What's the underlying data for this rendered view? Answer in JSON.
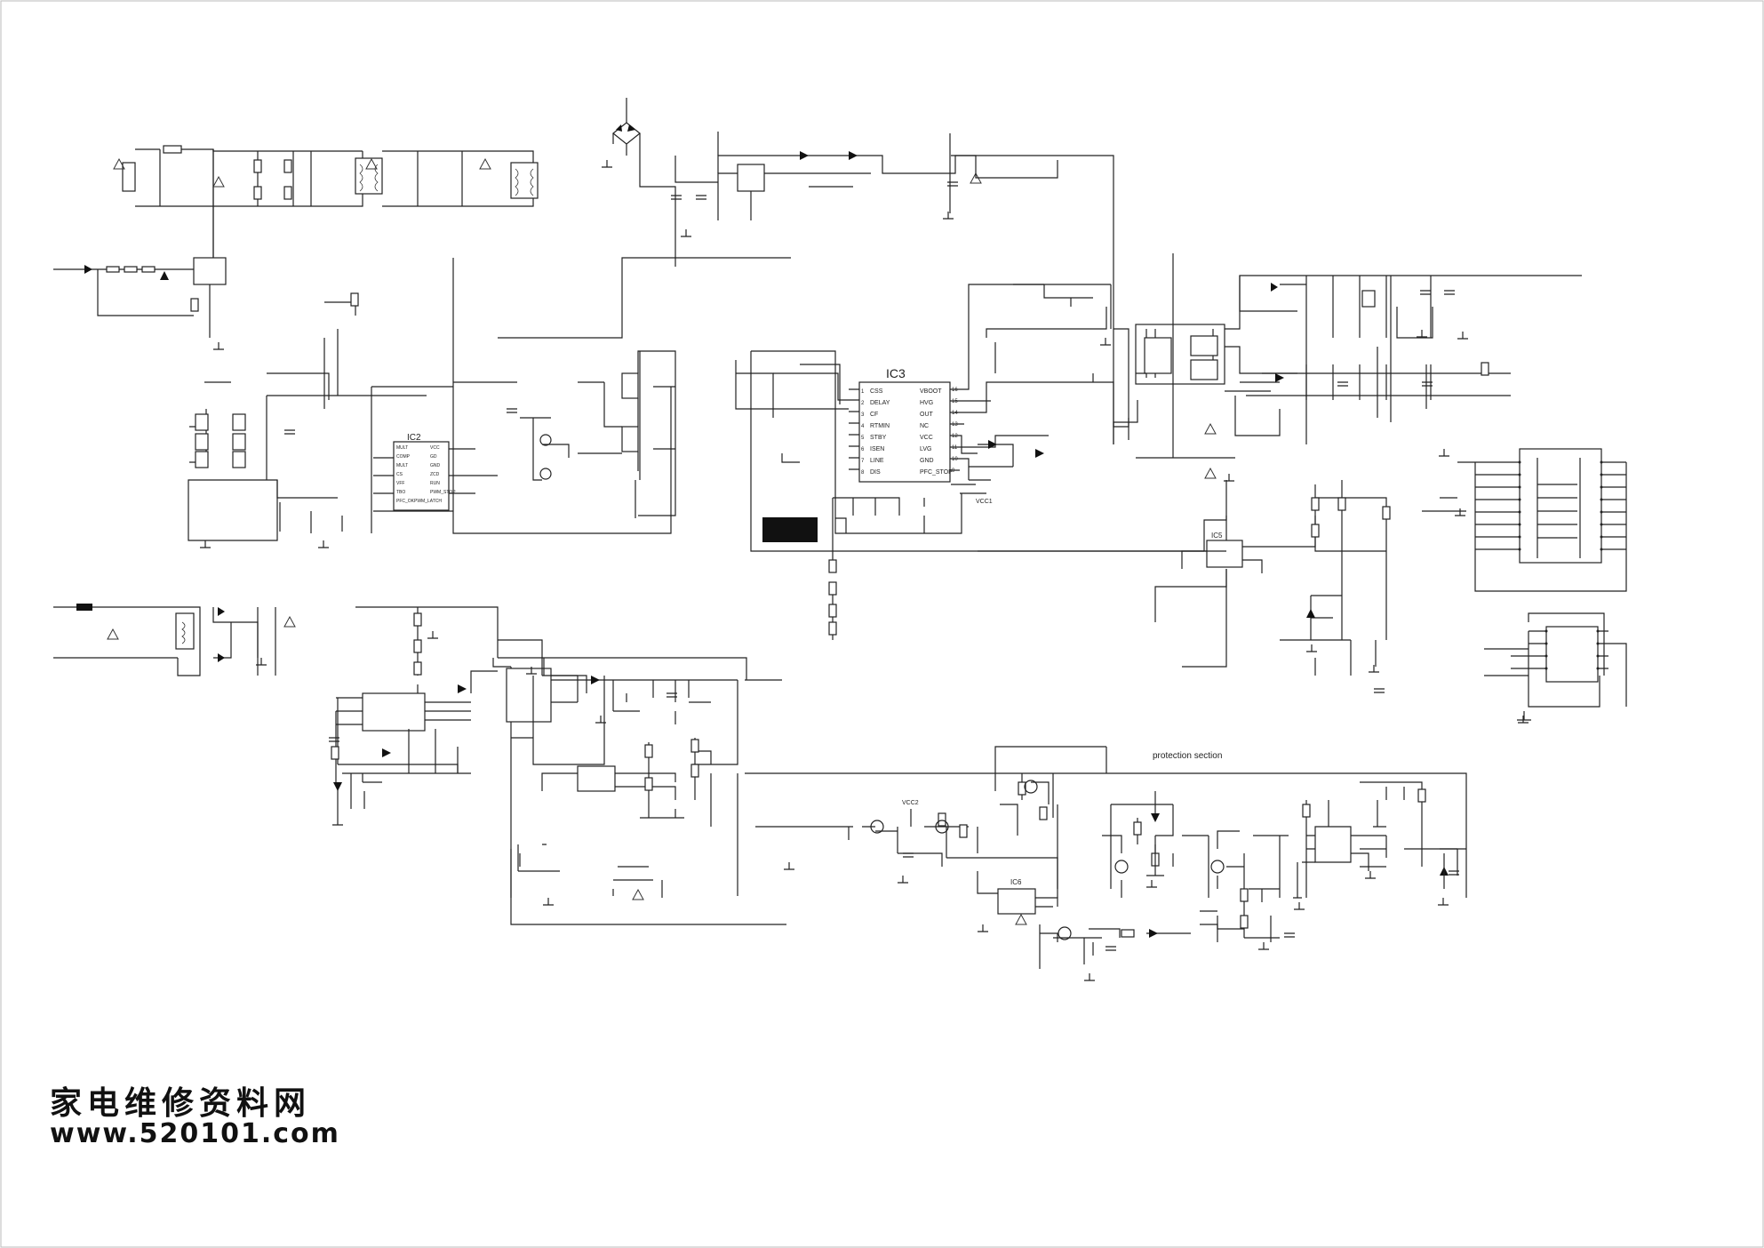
{
  "labels": {
    "ic3": "IC3",
    "ic3_pins_left": [
      "CSS",
      "DELAY",
      "CF",
      "RTMIN",
      "STBY",
      "ISEN",
      "LINE",
      "DIS"
    ],
    "ic3_pins_right": [
      "VBOOT",
      "HVG",
      "OUT",
      "NC",
      "VCC",
      "LVG",
      "GND",
      "PFC_STOP"
    ],
    "ic3_pinnums_left": [
      "1",
      "2",
      "3",
      "4",
      "5",
      "6",
      "7",
      "8"
    ],
    "ic3_pinnums_right": [
      "16",
      "15",
      "14",
      "13",
      "12",
      "11",
      "10",
      "9"
    ],
    "ic2": "IC2",
    "ic2_pins": [
      "MULT",
      "COMP",
      "MULT",
      "CS",
      "VFF",
      "TBO",
      "PFC_OK",
      "PWM_LATCH"
    ],
    "ic2_pins_right": [
      "VCC",
      "GD",
      "GND",
      "ZCD",
      "RUN",
      "PWM_STOP"
    ],
    "ic5": "IC5",
    "ic6": "IC6",
    "protection": "protection section",
    "vcc1": "VCC1",
    "vcc2": "VCC2"
  },
  "watermark": {
    "cn": "家电维修资料网",
    "url": "www.520101.com"
  },
  "colors": {
    "line": "#222222",
    "background": "#ffffff"
  }
}
